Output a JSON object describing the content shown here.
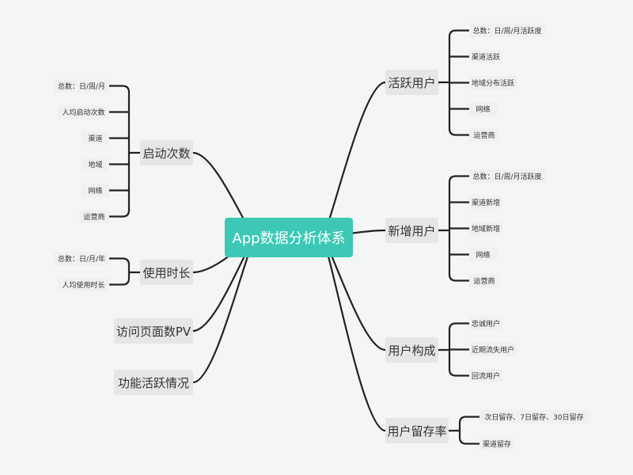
{
  "root": "App数据分析体系",
  "colors": {
    "root_bg": "#3cc8b4",
    "line": "#222222",
    "main_bg": "#e6e6e6",
    "leaf_bg": "#f0f0f0"
  },
  "left": [
    {
      "label": "启动次数",
      "children": [
        "总数：日/周/月",
        "人均启动次数",
        "渠道",
        "地域",
        "网络",
        "运营商"
      ]
    },
    {
      "label": "使用时长",
      "children": [
        "总数：日/月/年",
        "人均使用时长"
      ]
    },
    {
      "label": "访问页面数PV",
      "children": []
    },
    {
      "label": "功能活跃情况",
      "children": []
    }
  ],
  "right": [
    {
      "label": "活跃用户",
      "children": [
        "总数：日/周/月活跃度",
        "渠道活跃",
        "地域分布活跃",
        "网络",
        "运营商"
      ]
    },
    {
      "label": "新增用户",
      "children": [
        "总数：日/周/月活跃度",
        "渠道新增",
        "地域新增",
        "网络",
        "运营商"
      ]
    },
    {
      "label": "用户构成",
      "children": [
        "忠诚用户",
        "近期流失用户",
        "回流用户"
      ]
    },
    {
      "label": "用户留存率",
      "children": [
        "次日留存、7日留存、30日留存",
        "渠道留存"
      ]
    }
  ]
}
